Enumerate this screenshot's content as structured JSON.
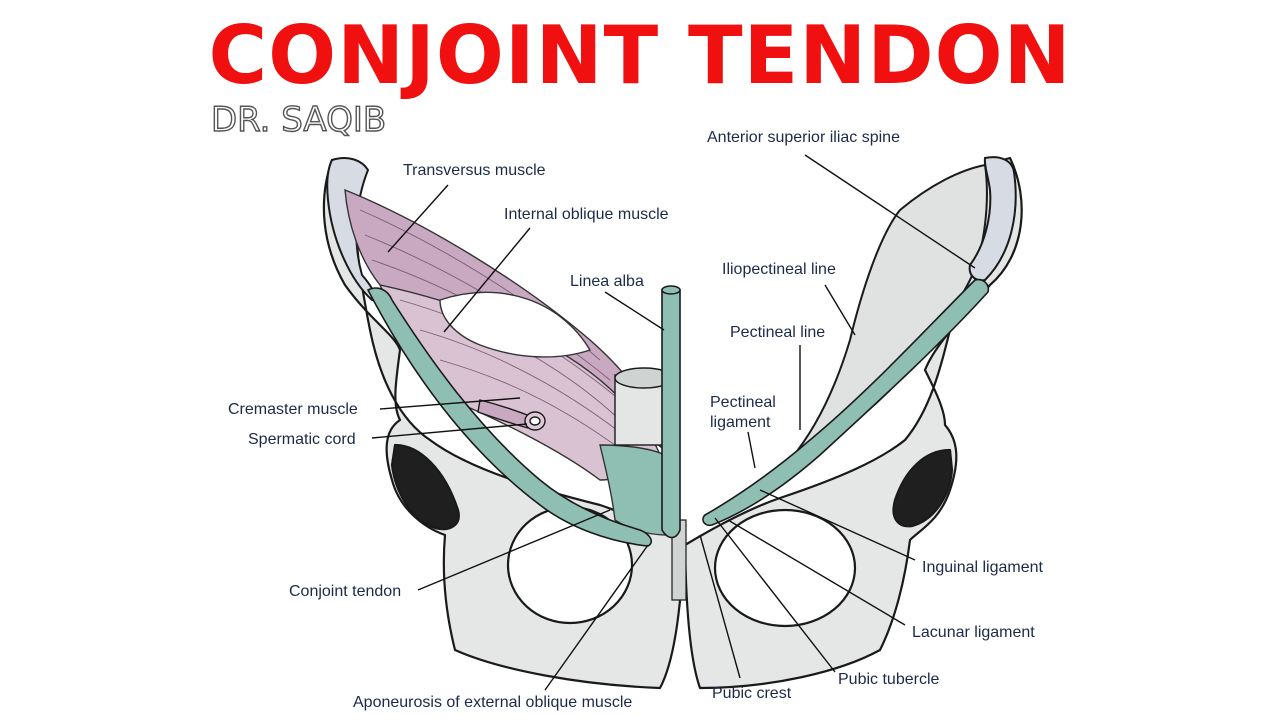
{
  "title": "CONJOINT TENDON",
  "author": "DR. SAQIB",
  "colors": {
    "title": "#f01010",
    "bone": "#e4e7e6",
    "crest": "#d7dbe3",
    "muscle_purple": "#c9a9c1",
    "tendon_teal": "#8fbfb2",
    "label_text": "#1c2a4a"
  },
  "labels": {
    "transversus": "Transversus muscle",
    "internal_oblique": "Internal oblique muscle",
    "linea_alba": "Linea alba",
    "asis": "Anterior superior iliac spine",
    "iliopectineal": "Iliopectineal line",
    "pectineal_line": "Pectineal line",
    "pectineal_lig_1": "Pectineal",
    "pectineal_lig_2": "ligament",
    "cremaster": "Cremaster muscle",
    "spermatic": "Spermatic cord",
    "conjoint": "Conjoint tendon",
    "inguinal": "Inguinal ligament",
    "lacunar": "Lacunar ligament",
    "pubic_tubercle": "Pubic tubercle",
    "pubic_crest": "Pubic crest",
    "aponeurosis": "Aponeurosis of external oblique muscle"
  }
}
